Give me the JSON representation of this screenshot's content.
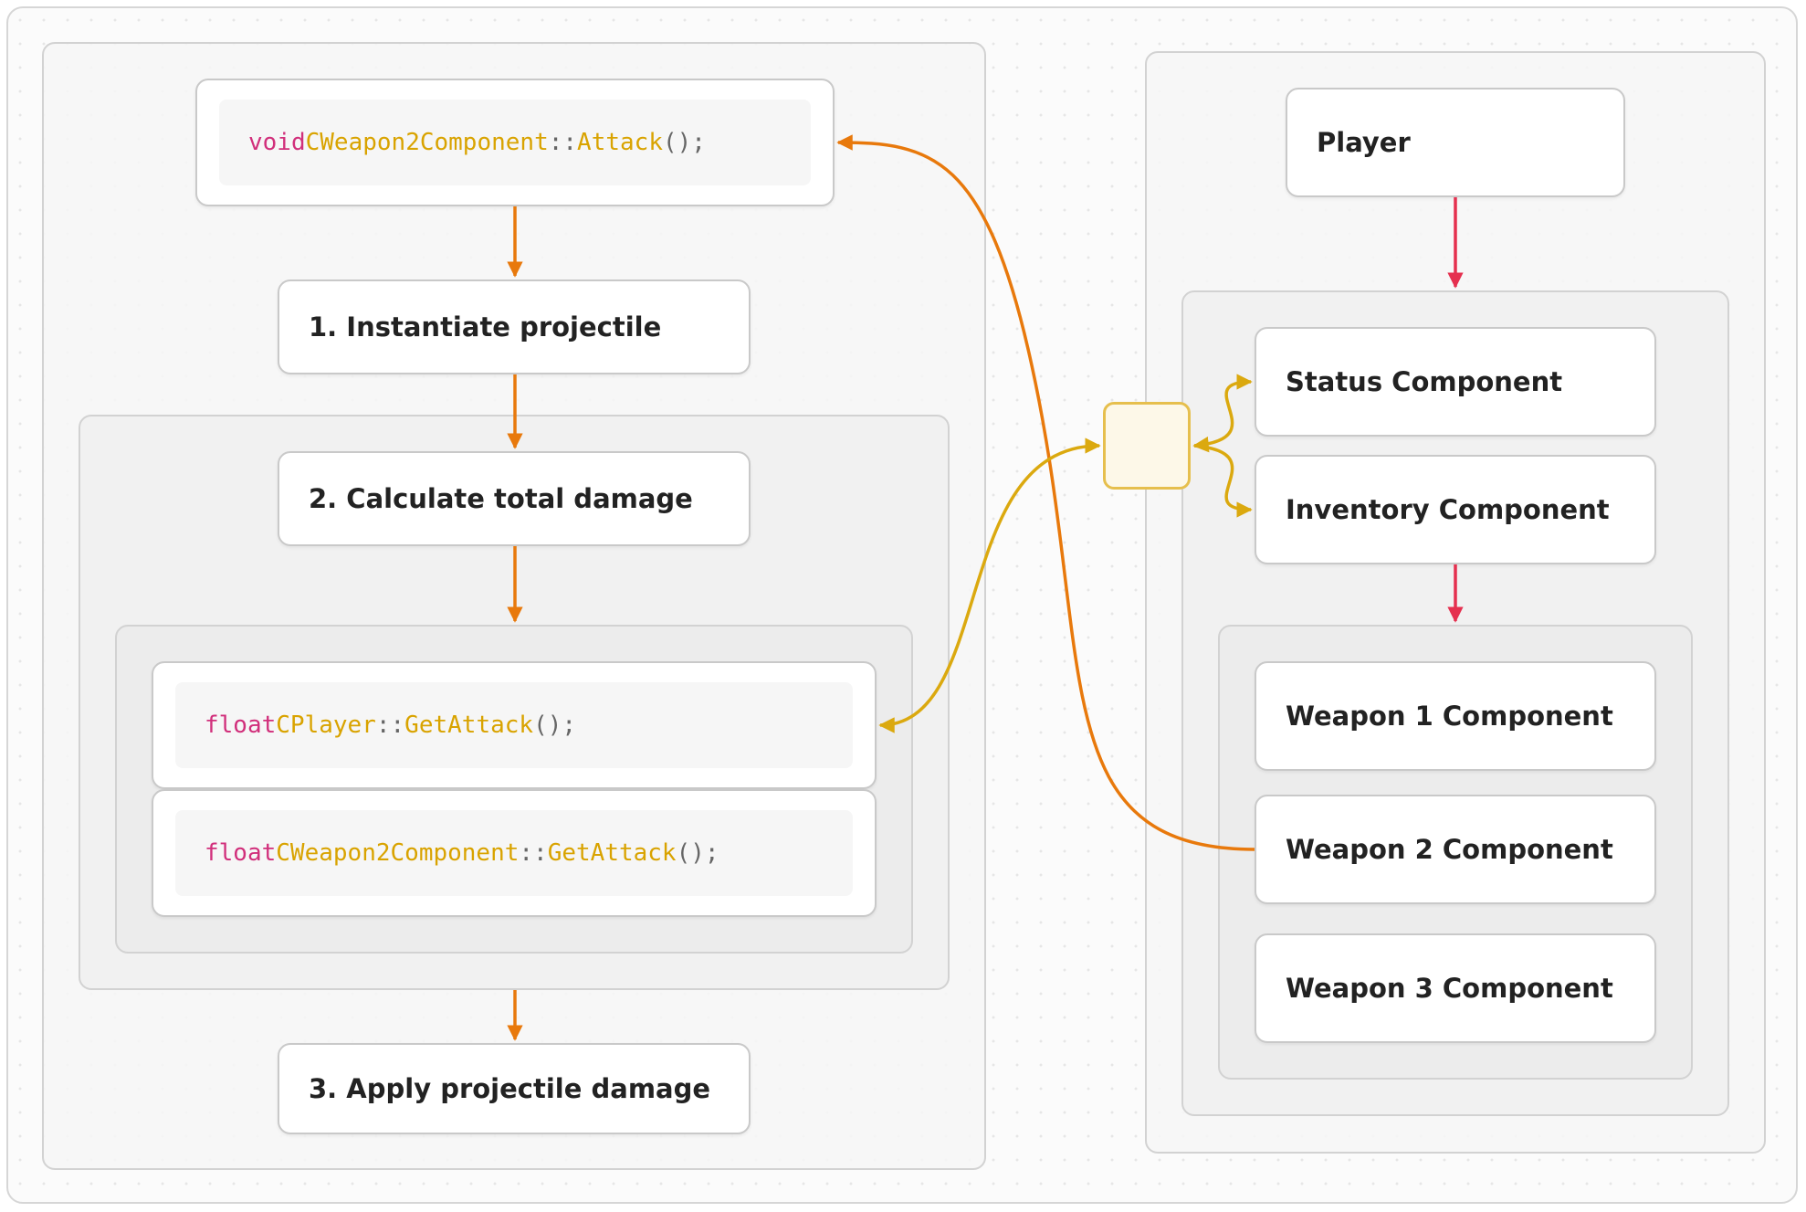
{
  "left_panel": {
    "attack_sig": {
      "keyword": "void",
      "class": "CWeapon2Component",
      "sep": "::",
      "method": "Attack",
      "tail": "();"
    },
    "step1": "1. Instantiate projectile",
    "step2": "2. Calculate total damage",
    "player_getattack": {
      "keyword": "float",
      "class": "CPlayer",
      "sep": "::",
      "method": "GetAttack",
      "tail": "();"
    },
    "weapon_getattack": {
      "keyword": "float",
      "class": "CWeapon2Component",
      "sep": "::",
      "method": "GetAttack",
      "tail": "();"
    },
    "step3": "3. Apply projectile damage"
  },
  "right_panel": {
    "player": "Player",
    "status": "Status Component",
    "inventory": "Inventory Component",
    "weapon1": "Weapon 1 Component",
    "weapon2": "Weapon 2 Component",
    "weapon3": "Weapon 3 Component"
  },
  "colors": {
    "flow_edge": "#e8790c",
    "ownership_edge": "#e5304f",
    "link_edge": "#dba90f",
    "keyword": "#d12f7b",
    "type": "#d9a300"
  }
}
